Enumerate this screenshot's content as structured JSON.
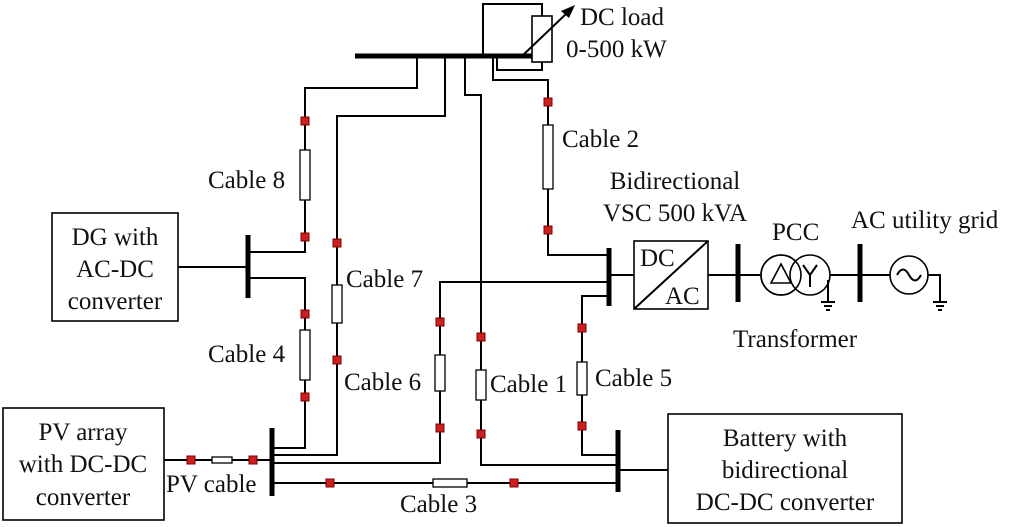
{
  "labels": {
    "dc_load_title": "DC load",
    "dc_load_range": "0-500 kW",
    "cable_1": "Cable 1",
    "cable_2": "Cable 2",
    "cable_3": "Cable 3",
    "cable_4": "Cable 4",
    "cable_5": "Cable 5",
    "cable_6": "Cable 6",
    "cable_7": "Cable 7",
    "cable_8": "Cable 8",
    "pv_cable": "PV cable",
    "vsc_line1": "Bidirectional",
    "vsc_line2": "VSC 500 kVA",
    "converter_dc": "DC",
    "converter_ac": "AC",
    "pcc": "PCC",
    "grid": "AC utility grid",
    "transformer": "Transformer"
  },
  "nodes": {
    "dg": [
      "DG with",
      "AC-DC",
      "converter"
    ],
    "pv": [
      "PV array",
      "with DC-DC",
      "converter"
    ],
    "battery": [
      "Battery with",
      "bidirectional",
      "DC-DC converter"
    ]
  },
  "colors": {
    "breaker": "#cc1f1f",
    "line": "#000000"
  }
}
